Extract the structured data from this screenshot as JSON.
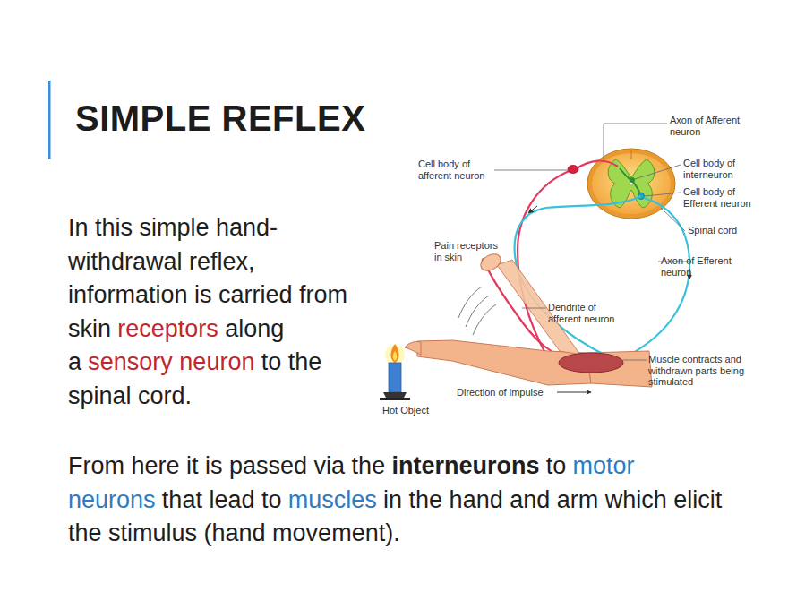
{
  "diagram": {
    "title": "SIMPLE REFLEX",
    "labels": [
      "In this simple hand-withdrawal reflex, information is carried from skin",
      "receptors",
      "along a",
      "sensory neuron",
      "to the spinal cord.",
      "From here it is passed via the",
      "interneurons",
      "to",
      "motor neurons",
      "that lead to",
      "muscles",
      "in the hand and arm which elicit the stimulus (hand movement).",
      "Axon of Afferent neuron",
      "Cell body of afferent neuron",
      "Cell body of interneuron",
      "Cell body of Efferent neuron",
      "Spinal cord",
      "Pain receptors in skin",
      "Axon of Efferent neuron",
      "Dendrite of afferent neuron",
      "Muscle contracts and withdrawn parts being stimulated",
      "Direction of impulse",
      "Hot Object"
    ]
  }
}
